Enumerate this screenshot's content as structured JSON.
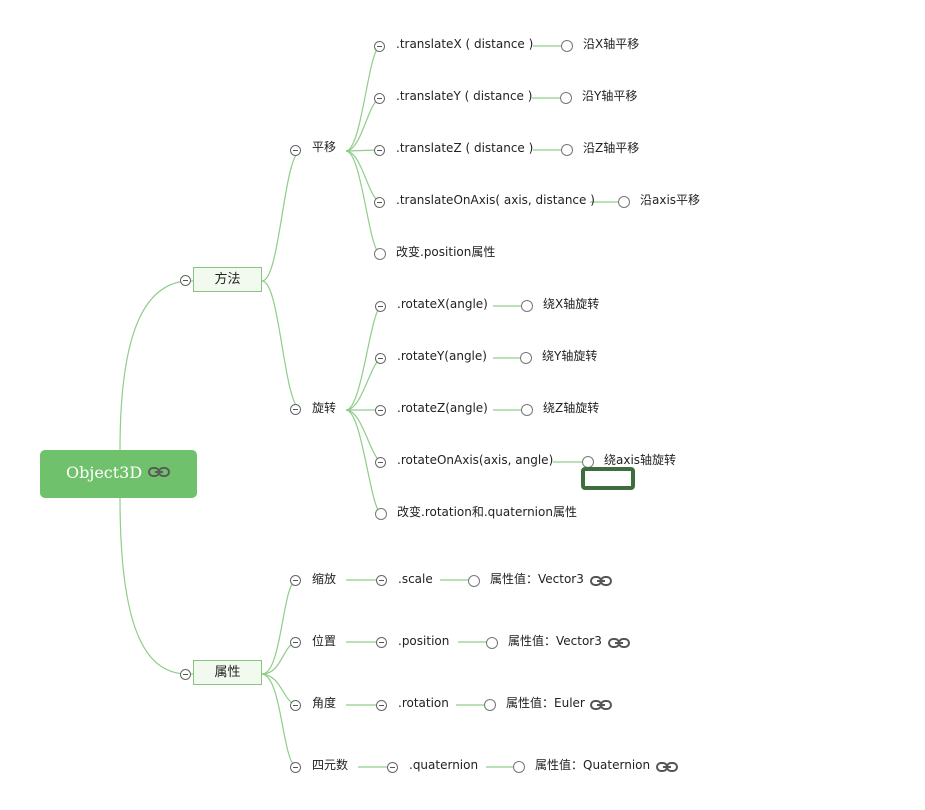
{
  "root": {
    "label": "Object3D",
    "link_icon": "link-icon"
  },
  "colors": {
    "accent": "#70c16c",
    "edge": "#8fcd8a",
    "branch_fill": "#f2f9ef",
    "selection": "#3e6e3d"
  },
  "methods": {
    "label": "方法",
    "translate": {
      "label": "平移",
      "items": [
        {
          "method": ".translateX ( distance )",
          "desc": "沿X轴平移"
        },
        {
          "method": ".translateY ( distance )",
          "desc": "沿Y轴平移"
        },
        {
          "method": ".translateZ ( distance )",
          "desc": "沿Z轴平移"
        },
        {
          "method": ".translateOnAxis( axis, distance )",
          "desc": "沿axis平移"
        },
        {
          "method": "改变.position属性"
        }
      ]
    },
    "rotate": {
      "label": "旋转",
      "items": [
        {
          "method": ".rotateX(angle)",
          "desc": "绕X轴旋转"
        },
        {
          "method": ".rotateY(angle)",
          "desc": "绕Y轴旋转"
        },
        {
          "method": ".rotateZ(angle)",
          "desc": "绕Z轴旋转"
        },
        {
          "method": ".rotateOnAxis(axis, angle)",
          "desc": "绕axis轴旋转"
        },
        {
          "method": "改变.rotation和.quaternion属性"
        }
      ]
    }
  },
  "properties": {
    "label": "属性",
    "items": [
      {
        "label": "缩放",
        "prop": ".scale",
        "value": "属性值：Vector3"
      },
      {
        "label": "位置",
        "prop": ".position",
        "value": "属性值：Vector3"
      },
      {
        "label": "角度",
        "prop": ".rotation",
        "value": "属性值：Euler"
      },
      {
        "label": "四元数",
        "prop": ".quaternion",
        "value": "属性值：Quaternion"
      }
    ]
  }
}
